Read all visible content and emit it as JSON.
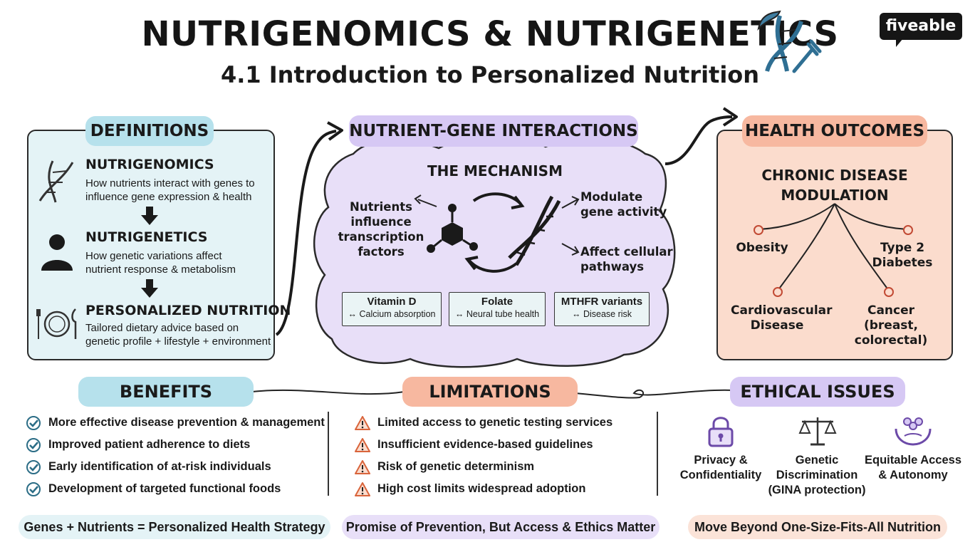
{
  "header": {
    "title": "NUTRIGENOMICS & NUTRIGENETICS",
    "subtitle": "4.1 Introduction to Personalized Nutrition",
    "brand": "fiveable"
  },
  "definitions": {
    "title": "DEFINITIONS",
    "items": [
      {
        "heading": "NUTRIGENOMICS",
        "line1": "How nutrients interact with genes to",
        "line2": "influence gene expression & health",
        "icon": "dna-icon"
      },
      {
        "heading": "NUTRIGENETICS",
        "line1": "How genetic variations affect",
        "line2": "nutrient response & metabolism",
        "icon": "person-icon"
      },
      {
        "heading": "PERSONALIZED NUTRITION",
        "line1": "Tailored dietary advice based on",
        "line2": "genetic profile + lifestyle + environment",
        "icon": "plate-icon"
      }
    ]
  },
  "interactions": {
    "title": "NUTRIENT-GENE INTERACTIONS",
    "mechanism": "THE MECHANISM",
    "left_label": [
      "Nutrients",
      "influence",
      "transcription",
      "factors"
    ],
    "right_top": [
      "Modulate",
      "gene activity"
    ],
    "right_bottom": [
      "Affect cellular",
      "pathways"
    ],
    "examples": [
      {
        "name": "Vitamin D",
        "effect": "↔ Calcium absorption"
      },
      {
        "name": "Folate",
        "effect": "↔ Neural tube health"
      },
      {
        "name": "MTHFR variants",
        "effect": "↔ Disease risk"
      }
    ]
  },
  "outcomes": {
    "title": "HEALTH OUTCOMES",
    "heading": [
      "CHRONIC DISEASE",
      "MODULATION"
    ],
    "items": [
      {
        "label": [
          "Obesity"
        ]
      },
      {
        "label": [
          "Type 2",
          "Diabetes"
        ]
      },
      {
        "label": [
          "Cardiovascular",
          "Disease"
        ]
      },
      {
        "label": [
          "Cancer",
          "(breast,",
          "colorectal)"
        ]
      }
    ]
  },
  "benefits": {
    "title": "BENEFITS",
    "items": [
      "More effective disease prevention & management",
      "Improved patient adherence to diets",
      "Early identification of at-risk individuals",
      "Development of targeted functional foods"
    ]
  },
  "limitations": {
    "title": "LIMITATIONS",
    "items": [
      "Limited access to genetic testing services",
      "Insufficient evidence-based guidelines",
      "Risk of genetic determinism",
      "High cost limits widespread adoption"
    ]
  },
  "ethics": {
    "title": "ETHICAL ISSUES",
    "items": [
      {
        "label": [
          "Privacy &",
          "Confidentiality"
        ],
        "icon": "lock-icon"
      },
      {
        "label": [
          "Genetic",
          "Discrimination",
          "(GINA protection)"
        ],
        "icon": "scales-icon"
      },
      {
        "label": [
          "Equitable Access",
          "& Autonomy"
        ],
        "icon": "community-hands-icon"
      }
    ]
  },
  "footer": [
    "Genes + Nutrients = Personalized Health Strategy",
    "Promise of Prevention, But Access & Ethics Matter",
    "Move Beyond One-Size-Fits-All Nutrition"
  ],
  "colors": {
    "definitions_bg": "#e4f3f6",
    "definitions_pill": "#b6e1ec",
    "interactions_bg": "#e8dff8",
    "interactions_pill": "#d6c8f4",
    "outcomes_bg": "#fbdccd",
    "outcomes_pill": "#f7b8a0",
    "check": "#2b6d86",
    "warning": "#d9643b"
  }
}
